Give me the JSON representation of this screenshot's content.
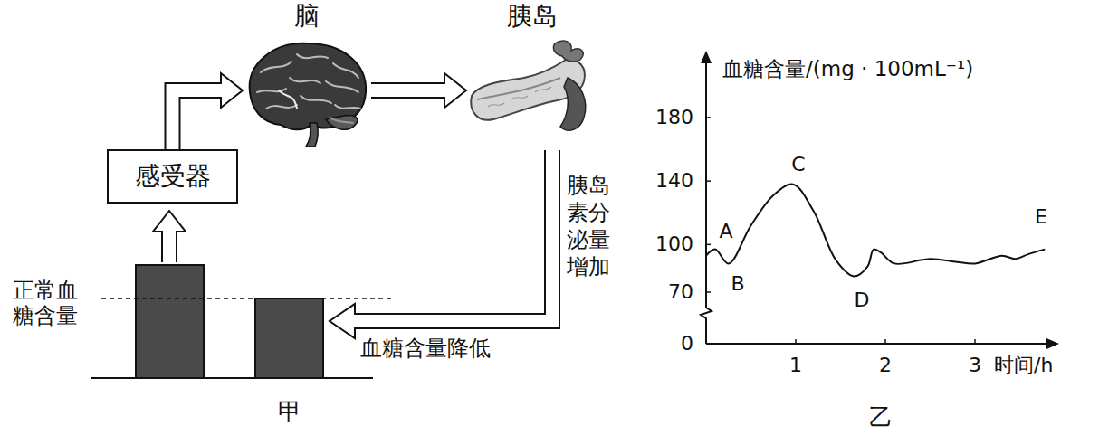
{
  "diagram": {
    "nodes": [
      {
        "text": [
          "脑"
        ]
      },
      {
        "text": [
          "胰岛"
        ]
      },
      {
        "text": [
          "感受器"
        ]
      }
    ],
    "edges": [
      {
        "from": 2,
        "to": 0,
        "arrow": "to"
      },
      {
        "from": 0,
        "to": 1,
        "arrow": "to"
      }
    ],
    "labels": [
      "正常血糖含量",
      "胰岛素分泌量增加",
      "血糖含量降低",
      "甲",
      "血糖含量/(mg · 100mL⁻¹)",
      "180",
      "140",
      "100",
      "70",
      "0",
      "1",
      "2",
      "3",
      "时间/h",
      "A",
      "B",
      "C",
      "D",
      "E",
      "乙"
    ]
  }
}
